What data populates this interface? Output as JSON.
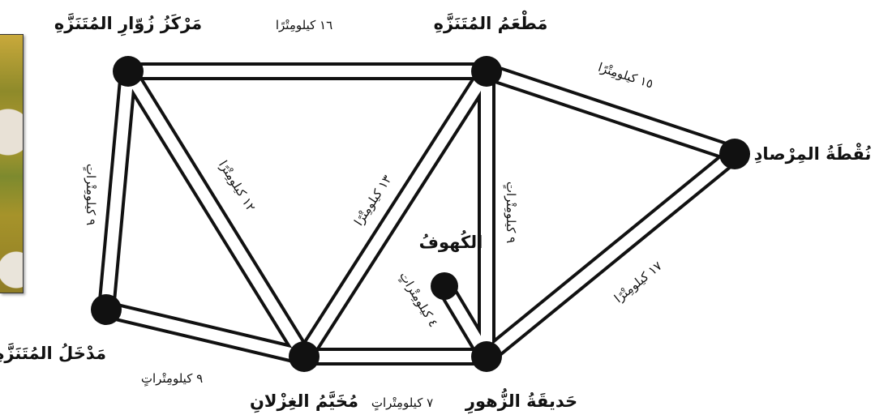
{
  "nodes": {
    "visitors_center": "مَرْكَزُ زُوّارِ المُتَنَزَّهِ",
    "restaurant": "مَطْعَمُ المُتَنَزَّهِ",
    "lookout": "نُقْطَةُ المِرْصادِ",
    "entrance": "مَدْخَلُ المُتَنَزَّهِ",
    "gazelle_camp": "مُخَيَّمُ الغِزْلانِ",
    "flower_garden": "حَديقَةُ الزُّهورِ",
    "caves": "الكُهوفُ"
  },
  "edges": {
    "visitors_restaurant": "١٦ كيلومِتْرًا",
    "restaurant_lookout": "١٥ كيلومِتْرًا",
    "visitors_entrance": "٩ كيلومِتْراتٍ",
    "visitors_camp": "١٢ كيلومِتْرًا",
    "restaurant_camp": "١٣ كيلومِتْرًا",
    "restaurant_garden": "٩ كيلومِتْراتٍ",
    "lookout_garden": "١٧ كيلومِتْرًا",
    "caves_garden": "٤ كيلومِتْراتٍ",
    "entrance_camp": "٩ كيلومِتْراتٍ",
    "camp_garden": "٧ كيلومِتْراتٍ"
  }
}
